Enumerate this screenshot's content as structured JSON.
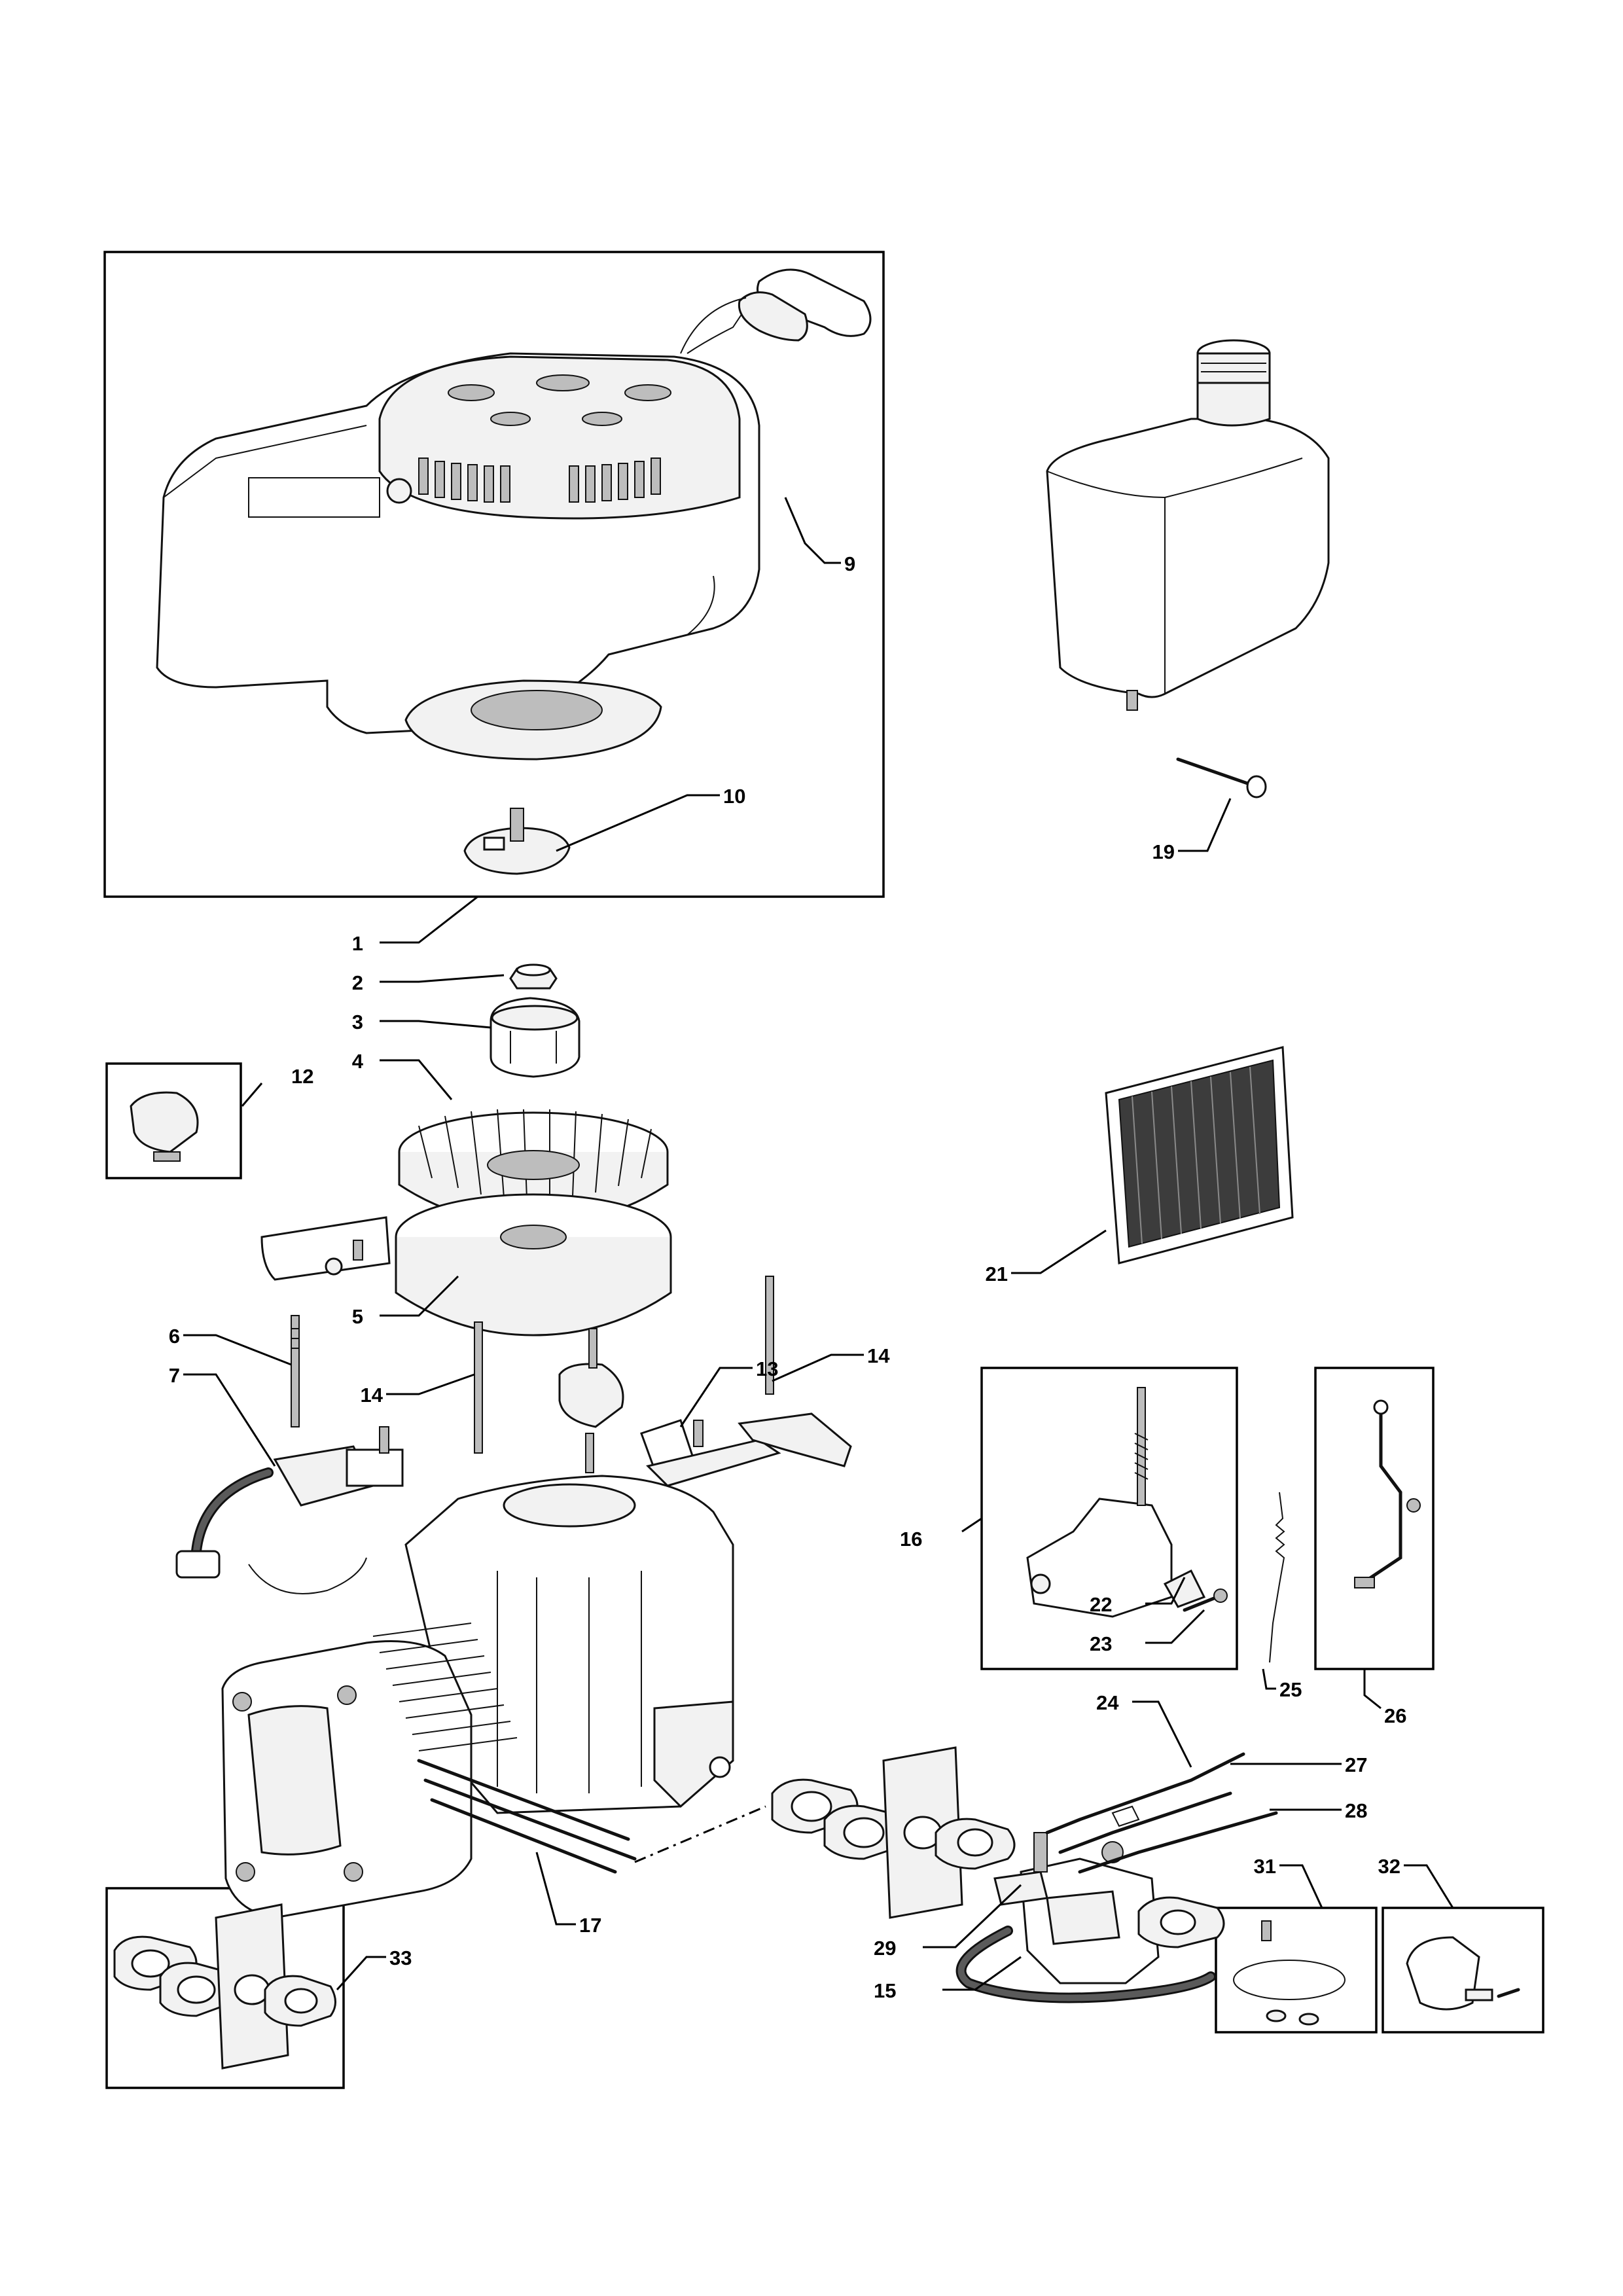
{
  "diagram": {
    "callouts": [
      {
        "id": "1",
        "text": "1"
      },
      {
        "id": "2",
        "text": "2"
      },
      {
        "id": "3",
        "text": "3"
      },
      {
        "id": "4",
        "text": "4"
      },
      {
        "id": "5",
        "text": "5"
      },
      {
        "id": "6",
        "text": "6"
      },
      {
        "id": "7",
        "text": "7"
      },
      {
        "id": "9",
        "text": "9"
      },
      {
        "id": "10",
        "text": "10"
      },
      {
        "id": "12",
        "text": "12"
      },
      {
        "id": "13",
        "text": "13"
      },
      {
        "id": "14a",
        "text": "14"
      },
      {
        "id": "14b",
        "text": "14"
      },
      {
        "id": "15",
        "text": "15"
      },
      {
        "id": "16",
        "text": "16"
      },
      {
        "id": "17",
        "text": "17"
      },
      {
        "id": "19",
        "text": "19"
      },
      {
        "id": "21",
        "text": "21"
      },
      {
        "id": "22",
        "text": "22"
      },
      {
        "id": "23",
        "text": "23"
      },
      {
        "id": "24",
        "text": "24"
      },
      {
        "id": "25",
        "text": "25"
      },
      {
        "id": "26",
        "text": "26"
      },
      {
        "id": "27",
        "text": "27"
      },
      {
        "id": "28",
        "text": "28"
      },
      {
        "id": "29",
        "text": "29"
      },
      {
        "id": "31",
        "text": "31"
      },
      {
        "id": "32",
        "text": "32"
      },
      {
        "id": "33",
        "text": "33"
      }
    ]
  }
}
